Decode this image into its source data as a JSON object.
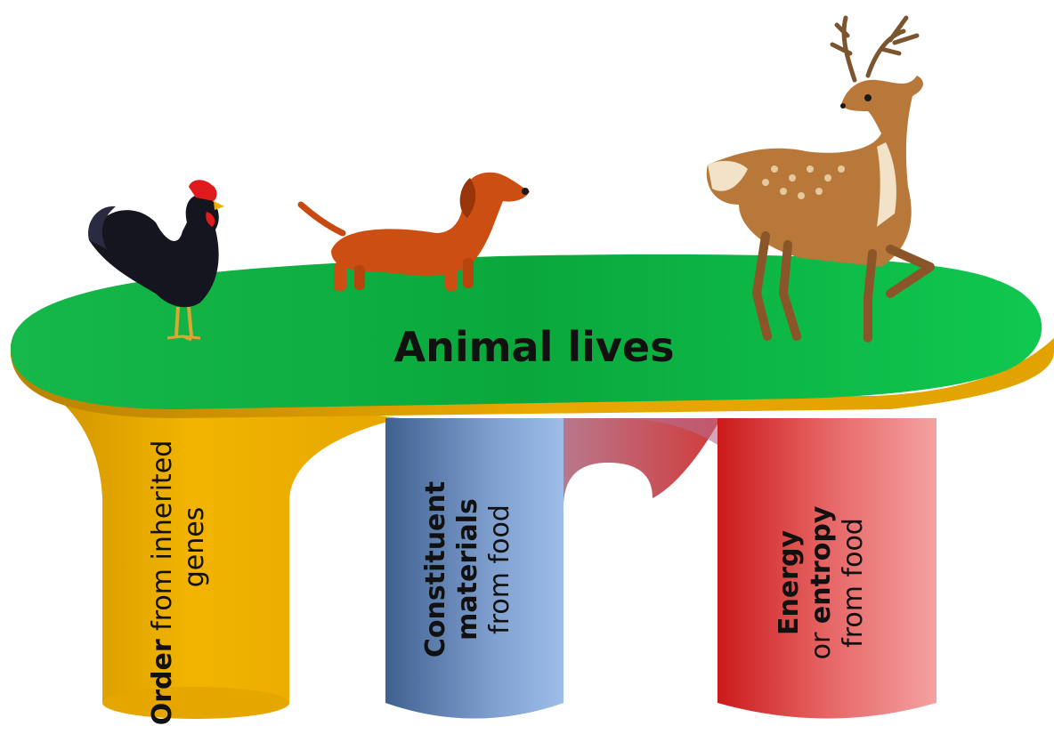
{
  "diagram": {
    "title": "Animal lives",
    "pillars": [
      {
        "bold": "Order",
        "rest_line1": "from inherited",
        "rest_line2": "genes",
        "color": "#f0b400"
      },
      {
        "bold_line1": "Constituent",
        "bold_line2": "materials",
        "rest": "from food",
        "color": "#8aaee0"
      },
      {
        "bold_line1": "Energy",
        "line2_plain": "or ",
        "line2_bold": "entropy",
        "rest": "from food",
        "color": "#e02828"
      }
    ],
    "animals": [
      "rooster",
      "dachshund-dog",
      "deer"
    ],
    "colors": {
      "platform": "#0ab84a",
      "platform_edge": "#e8a800"
    }
  }
}
